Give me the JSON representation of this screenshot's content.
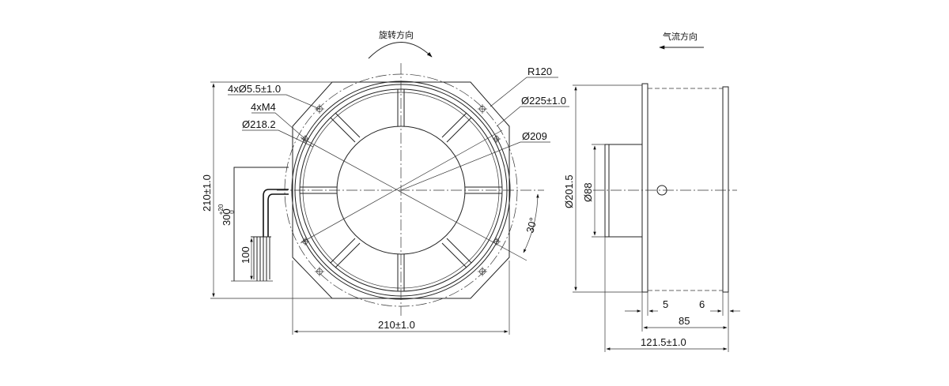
{
  "labels": {
    "rotation_direction": "旋转方向",
    "airflow_direction": "气流方向",
    "radius": "R120",
    "mount_holes": "4xØ5.5±1.0",
    "threaded_holes": "4xM4",
    "bolt_circle": "Ø218.2",
    "outer_diameter": "Ø225±1.0",
    "ring_diameter": "Ø209",
    "height": "210±1.0",
    "width": "210±1.0",
    "cable_length_base": "300",
    "cable_tol_upper": "+20",
    "cable_tol_lower": "0",
    "lead_length": "100",
    "angle": "30°",
    "side_diameter": "Ø201.5",
    "hub_diameter": "Ø88",
    "flange_thickness": "5",
    "rim_thickness": "6",
    "body_depth": "85",
    "total_depth": "121.5±1.0"
  }
}
